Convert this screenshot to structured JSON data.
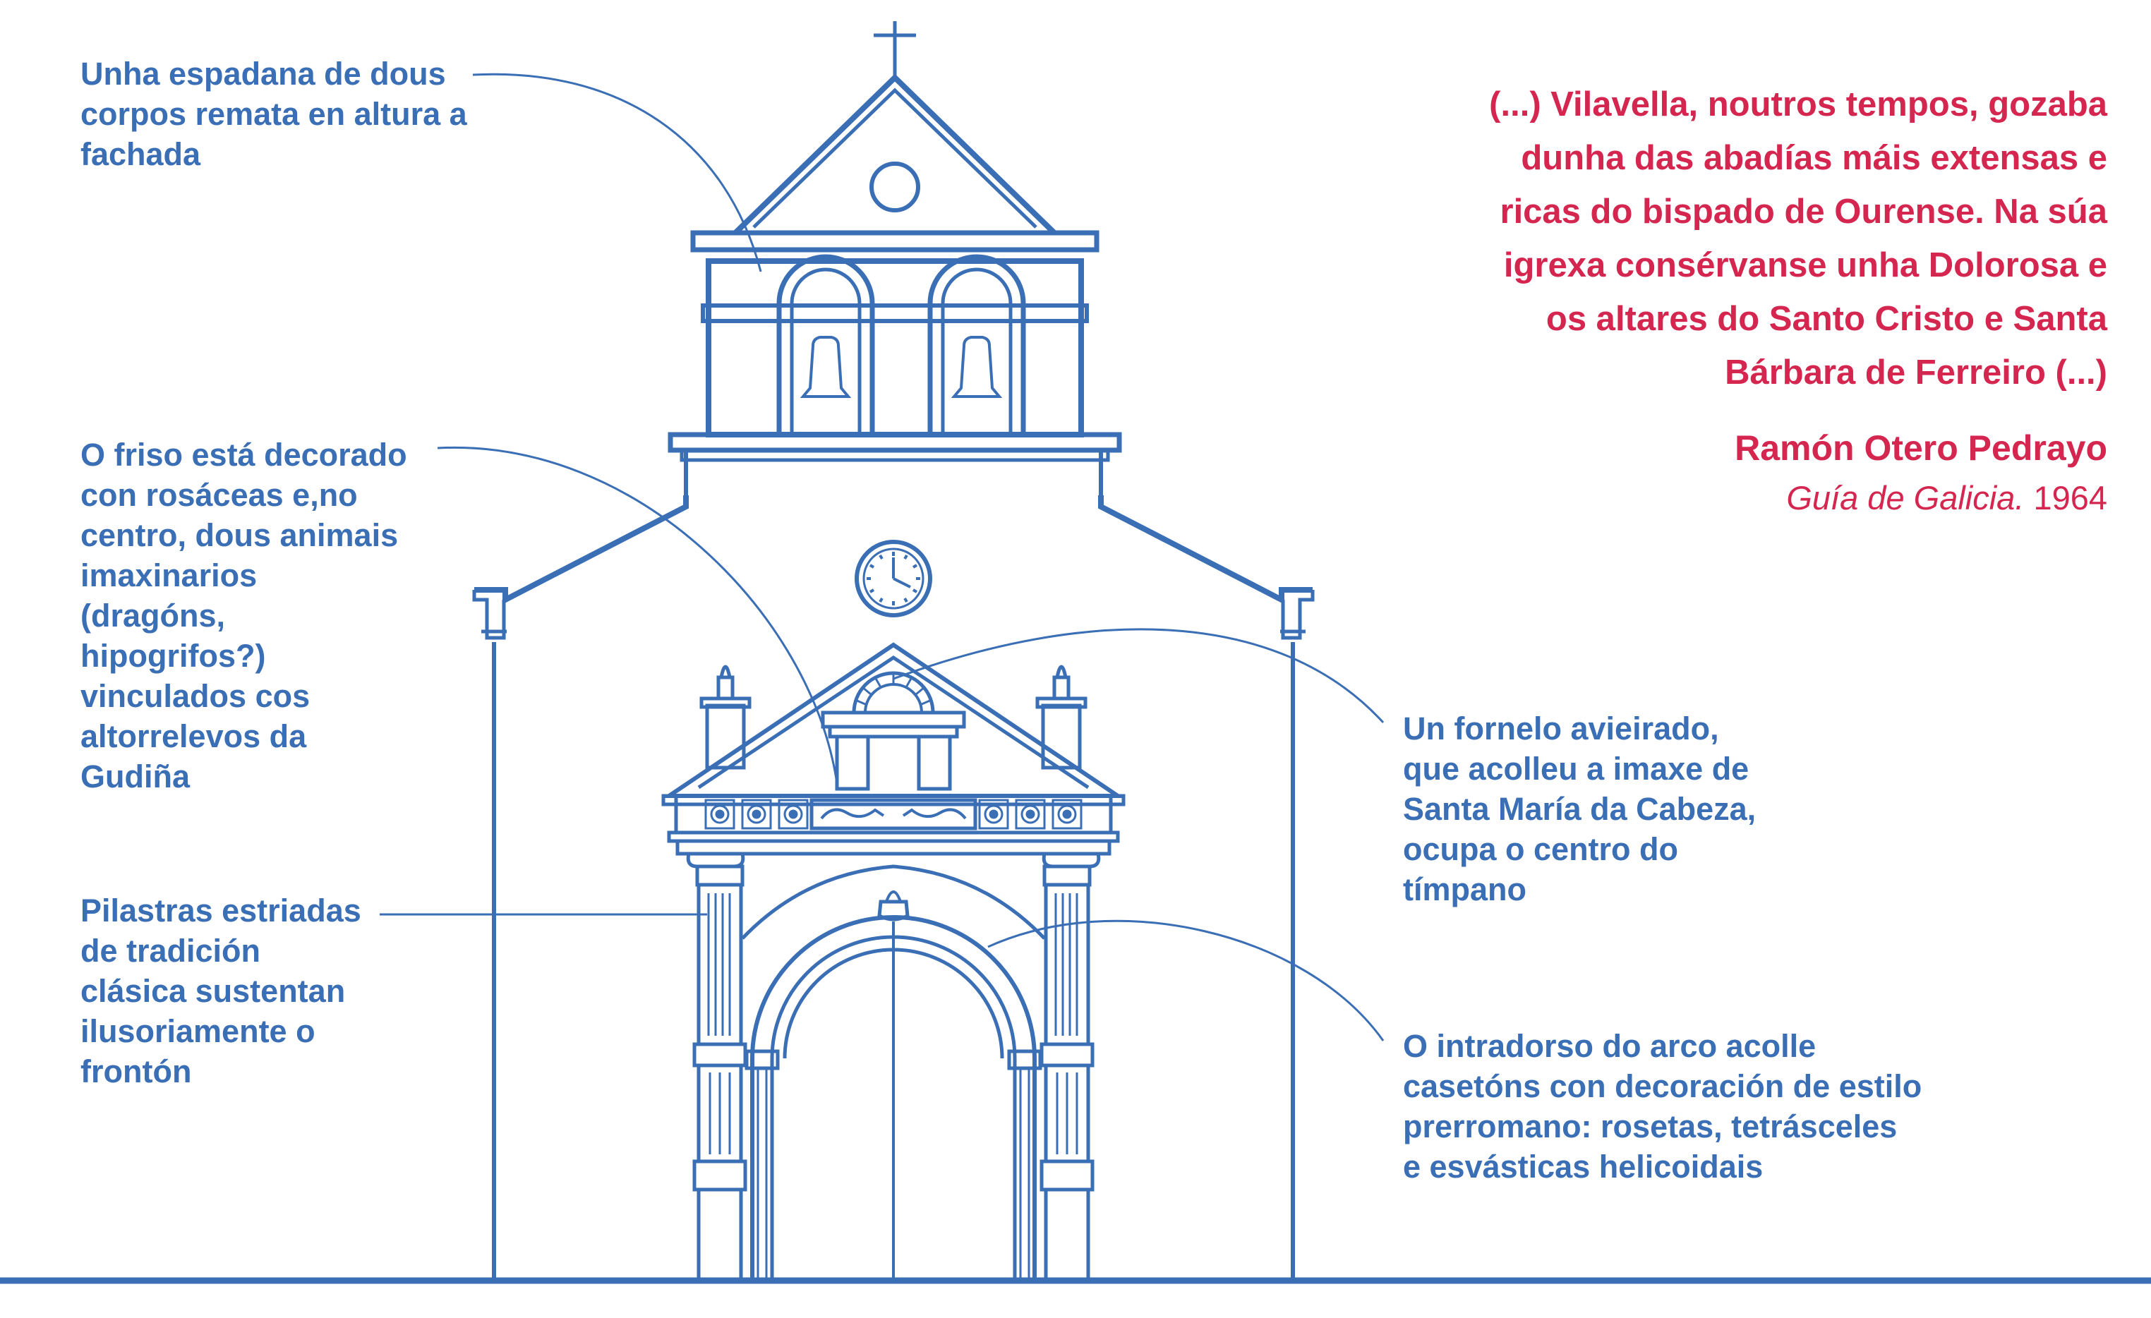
{
  "colors": {
    "line": "#3a6eb5",
    "callout_text": "#3a6eb5",
    "quote_text": "#d4264f",
    "background": "#ffffff"
  },
  "callouts": {
    "belfry": "Unha espadana de dous\ncorpos remata en altura a\nfachada",
    "frieze": "O friso está decorado\ncon rosáceas e,no\ncentro, dous animais\nimaxinarios\n(dragóns,\nhipogrifos?)\nvinculados cos\naltorrelevos da\nGudiña",
    "pilasters": "Pilastras estriadas\nde tradición\nclásica sustentan\nilusoriamente o\nfrontón",
    "niche": "Un fornelo avieirado,\nque acolleu a imaxe de\nSanta María da Cabeza,\nocupa o centro do\ntímpano",
    "intrados": "O intradorso do arco acolle\ncasetóns con decoración de estilo\nprerromano: rosetas, tetrásceles\ne esvásticas helicoidais"
  },
  "quote": {
    "text": "(...) Vilavella, noutros tempos, gozaba\ndunha das abadías máis extensas e\nricas do bispado de Ourense. Na súa\nigrexa consérvanse unha Dolorosa e\nos altares do Santo Cristo e Santa\nBárbara de Ferreiro (...)",
    "author": "Ramón Otero Pedrayo",
    "source_title": "Guía de Galicia.",
    "source_year": "1964"
  }
}
